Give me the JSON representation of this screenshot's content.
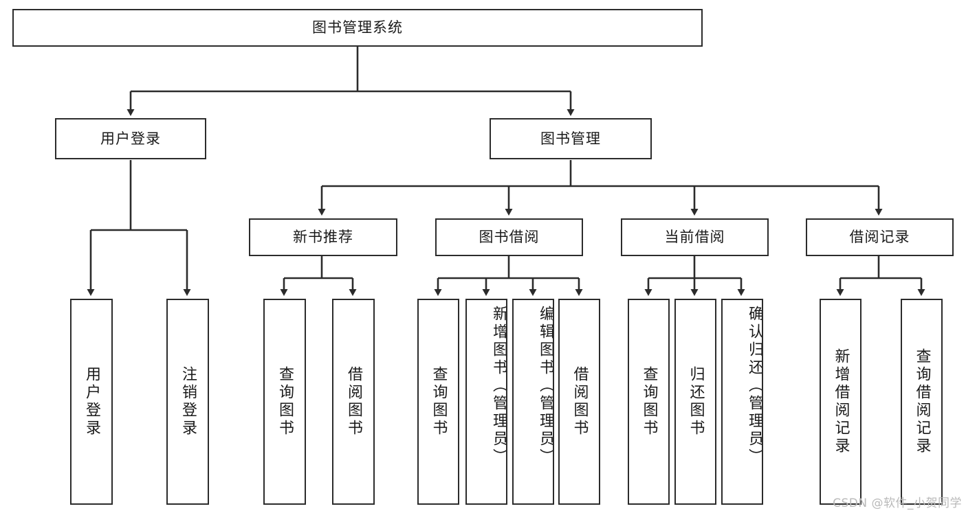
{
  "diagram": {
    "title": "图书管理系统",
    "type": "hierarchy-tree",
    "background_color": "#ffffff",
    "line_color": "#2b2b2b",
    "text_color": "#1a1a1a"
  },
  "root": {
    "label": "图书管理系统"
  },
  "level2": [
    {
      "label": "用户登录"
    },
    {
      "label": "图书管理"
    }
  ],
  "level3": [
    {
      "label": "新书推荐"
    },
    {
      "label": "图书借阅"
    },
    {
      "label": "当前借阅"
    },
    {
      "label": "借阅记录"
    }
  ],
  "leaves": {
    "user_login": [
      {
        "label": "用户登录"
      },
      {
        "label": "注销登录"
      }
    ],
    "new_book_recommend": [
      {
        "label": "查询图书"
      },
      {
        "label": "借阅图书"
      }
    ],
    "book_borrow": [
      {
        "label": "查询图书"
      },
      {
        "label": "新增图书（管理员）"
      },
      {
        "label": "编辑图书（管理员）"
      },
      {
        "label": "借阅图书"
      }
    ],
    "current_borrow": [
      {
        "label": "查询图书"
      },
      {
        "label": "归还图书"
      },
      {
        "label": "确认归还（管理员）"
      }
    ],
    "borrow_record": [
      {
        "label": "新增借阅记录"
      },
      {
        "label": "查询借阅记录"
      }
    ]
  },
  "watermark": {
    "text": "CSDN @软件_小贺同学"
  }
}
